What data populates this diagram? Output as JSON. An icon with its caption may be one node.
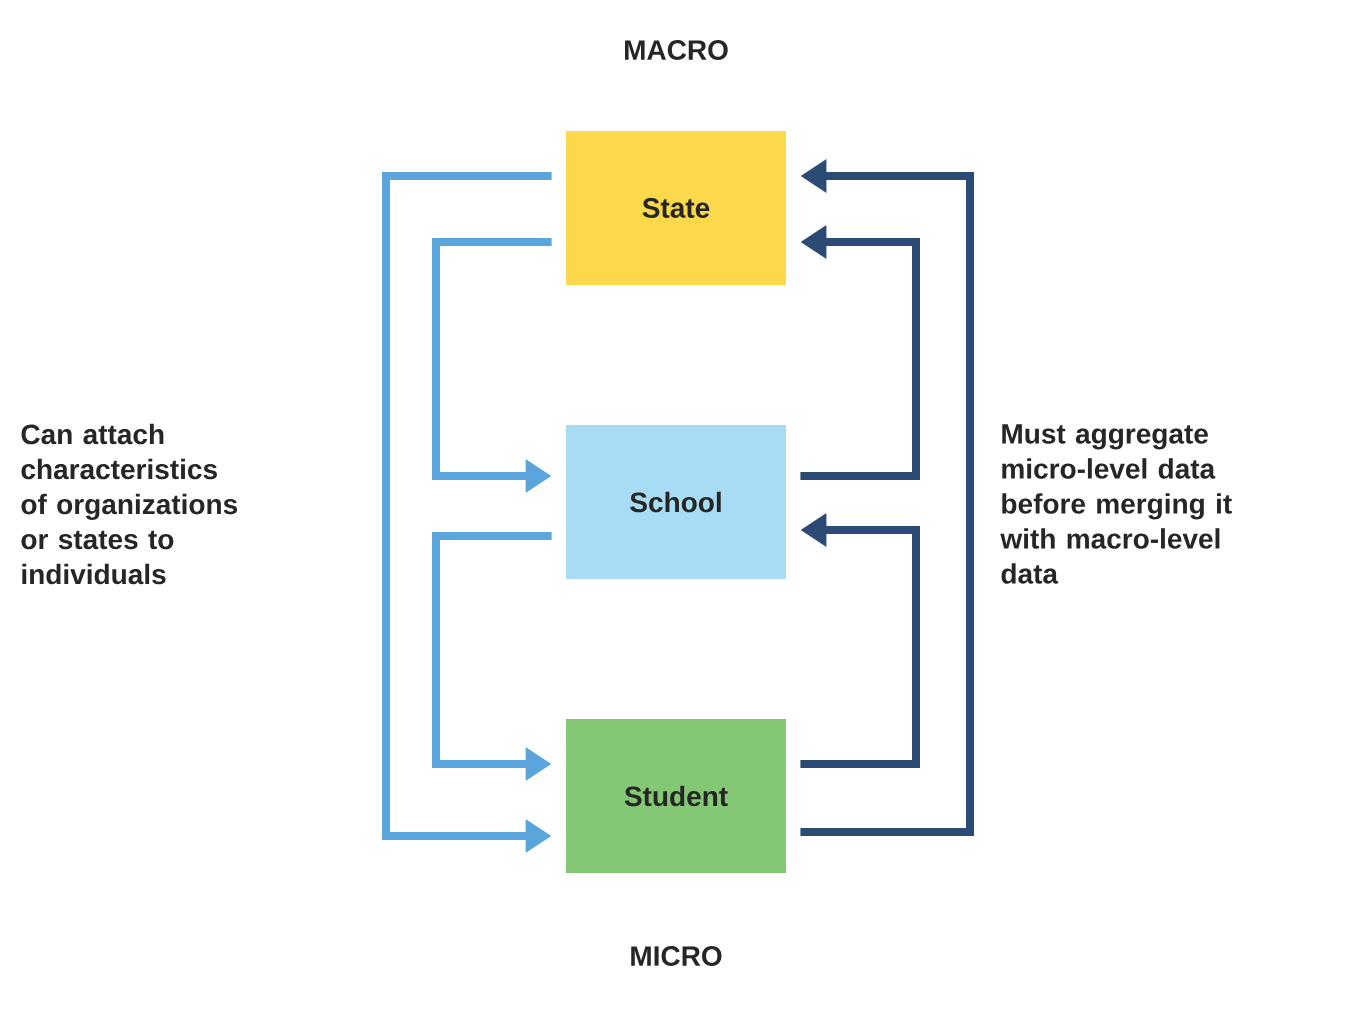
{
  "diagram": {
    "nodes": [
      {
        "text": [
          "State"
        ]
      },
      {
        "text": [
          "School"
        ]
      },
      {
        "text": [
          "Student"
        ]
      }
    ],
    "edges": [
      {
        "from": 0,
        "to": 2,
        "arrow": "to",
        "color": "#5aa5dc"
      },
      {
        "from": 0,
        "to": 1,
        "arrow": "to",
        "color": "#5aa5dc"
      },
      {
        "from": 1,
        "to": 2,
        "arrow": "to",
        "color": "#5aa5dc"
      },
      {
        "from": 2,
        "to": 0,
        "arrow": "to",
        "color": "#2b4a74"
      },
      {
        "from": 2,
        "to": 1,
        "arrow": "to",
        "color": "#2b4a74"
      },
      {
        "from": 1,
        "to": 0,
        "arrow": "to",
        "color": "#2b4a74"
      }
    ],
    "labels": [
      "MACRO",
      "Can attach characteristics of organizations or states to individuals",
      "Must aggregate micro-level data before merging it with macro-level data",
      "MICRO"
    ]
  }
}
